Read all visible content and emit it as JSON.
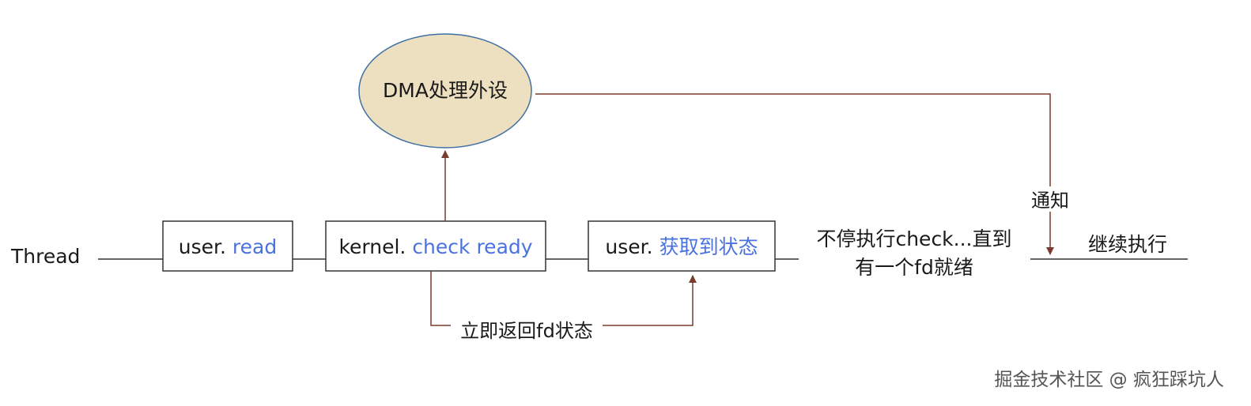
{
  "thread_label": "Thread",
  "boxes": {
    "user_read": {
      "prefix": "user. ",
      "action": "read"
    },
    "kernel_check": {
      "prefix": "kernel. ",
      "action": "check ready"
    },
    "user_status": {
      "prefix": "user. ",
      "action": "获取到状态"
    }
  },
  "dma_label": "DMA处理外设",
  "return_label": "立即返回fd状态",
  "loop_text": {
    "line1": "不停执行check...直到",
    "line2": "有一个fd就绪"
  },
  "notify_label": "通知",
  "continue_label": "继续执行",
  "watermark": "掘金技术社区 @ 疯狂踩坑人",
  "colors": {
    "arrow": "#7a3b2e",
    "accent": "#4a72e0",
    "ellipse_fill": "#ede0c0",
    "ellipse_stroke": "#3f6fa4"
  }
}
